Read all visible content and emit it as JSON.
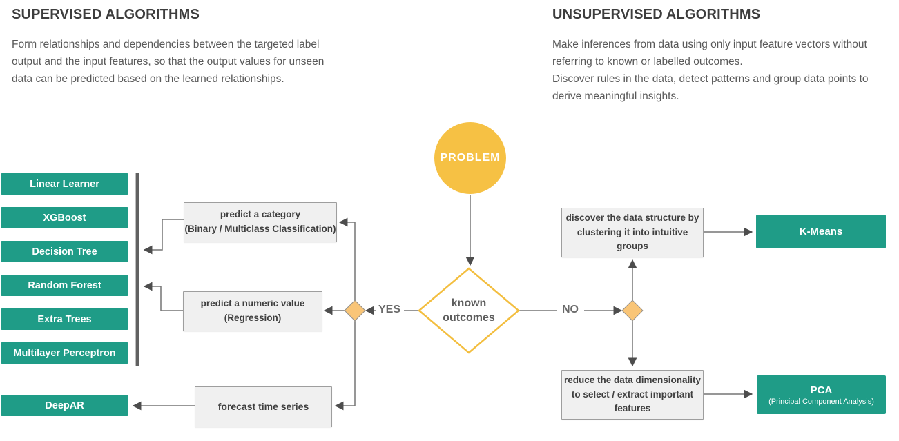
{
  "colors": {
    "green": "#1F9C87",
    "yellow": "#F6C144",
    "diamondstroke": "#F3BE3F",
    "orange": "#F9C577",
    "line": "#757575",
    "arrow": "#4d4d4d",
    "heading": "#3d3d3d",
    "body": "#595959",
    "boxfill": "#F0F0F0",
    "boxborder": "#9e9e9e",
    "boxtext": "#3f3f3f"
  },
  "supervised": {
    "title": "SUPERVISED ALGORITHMS",
    "description": "Form relationships and dependencies between the targeted label\noutput and the input features, so that the output values for unseen\ndata can be predicted based on the learned relationships."
  },
  "unsupervised": {
    "title": "UNSUPERVISED ALGORITHMS",
    "description": "Make inferences from data using only input feature vectors without\nreferring to known or labelled outcomes.\nDiscover rules in the data, detect patterns and group data points to\nderive meaningful insights."
  },
  "flow": {
    "problem_label": "PROBLEM",
    "decision_line1": "known",
    "decision_line2": "outcomes",
    "yes_label": "YES",
    "no_label": "NO"
  },
  "supervised_branch": {
    "tasks": {
      "category": "predict a category\n(Binary / Multiclass Classification)",
      "numeric": "predict a numeric value\n(Regression)",
      "forecast": "forecast time series"
    },
    "algorithms": [
      "Linear Learner",
      "XGBoost",
      "Decision Tree",
      "Random Forest",
      "Extra Trees",
      "Multilayer Perceptron",
      "DeepAR"
    ]
  },
  "unsupervised_branch": {
    "tasks": {
      "discover": "discover the data structure by\nclustering it into intuitive\ngroups",
      "reduce": "reduce the data dimensionality\nto select / extract important\nfeatures"
    },
    "algorithms": [
      {
        "name": "K-Means",
        "subtitle": ""
      },
      {
        "name": "PCA",
        "subtitle": "(Principal Component Analysis)"
      }
    ]
  }
}
